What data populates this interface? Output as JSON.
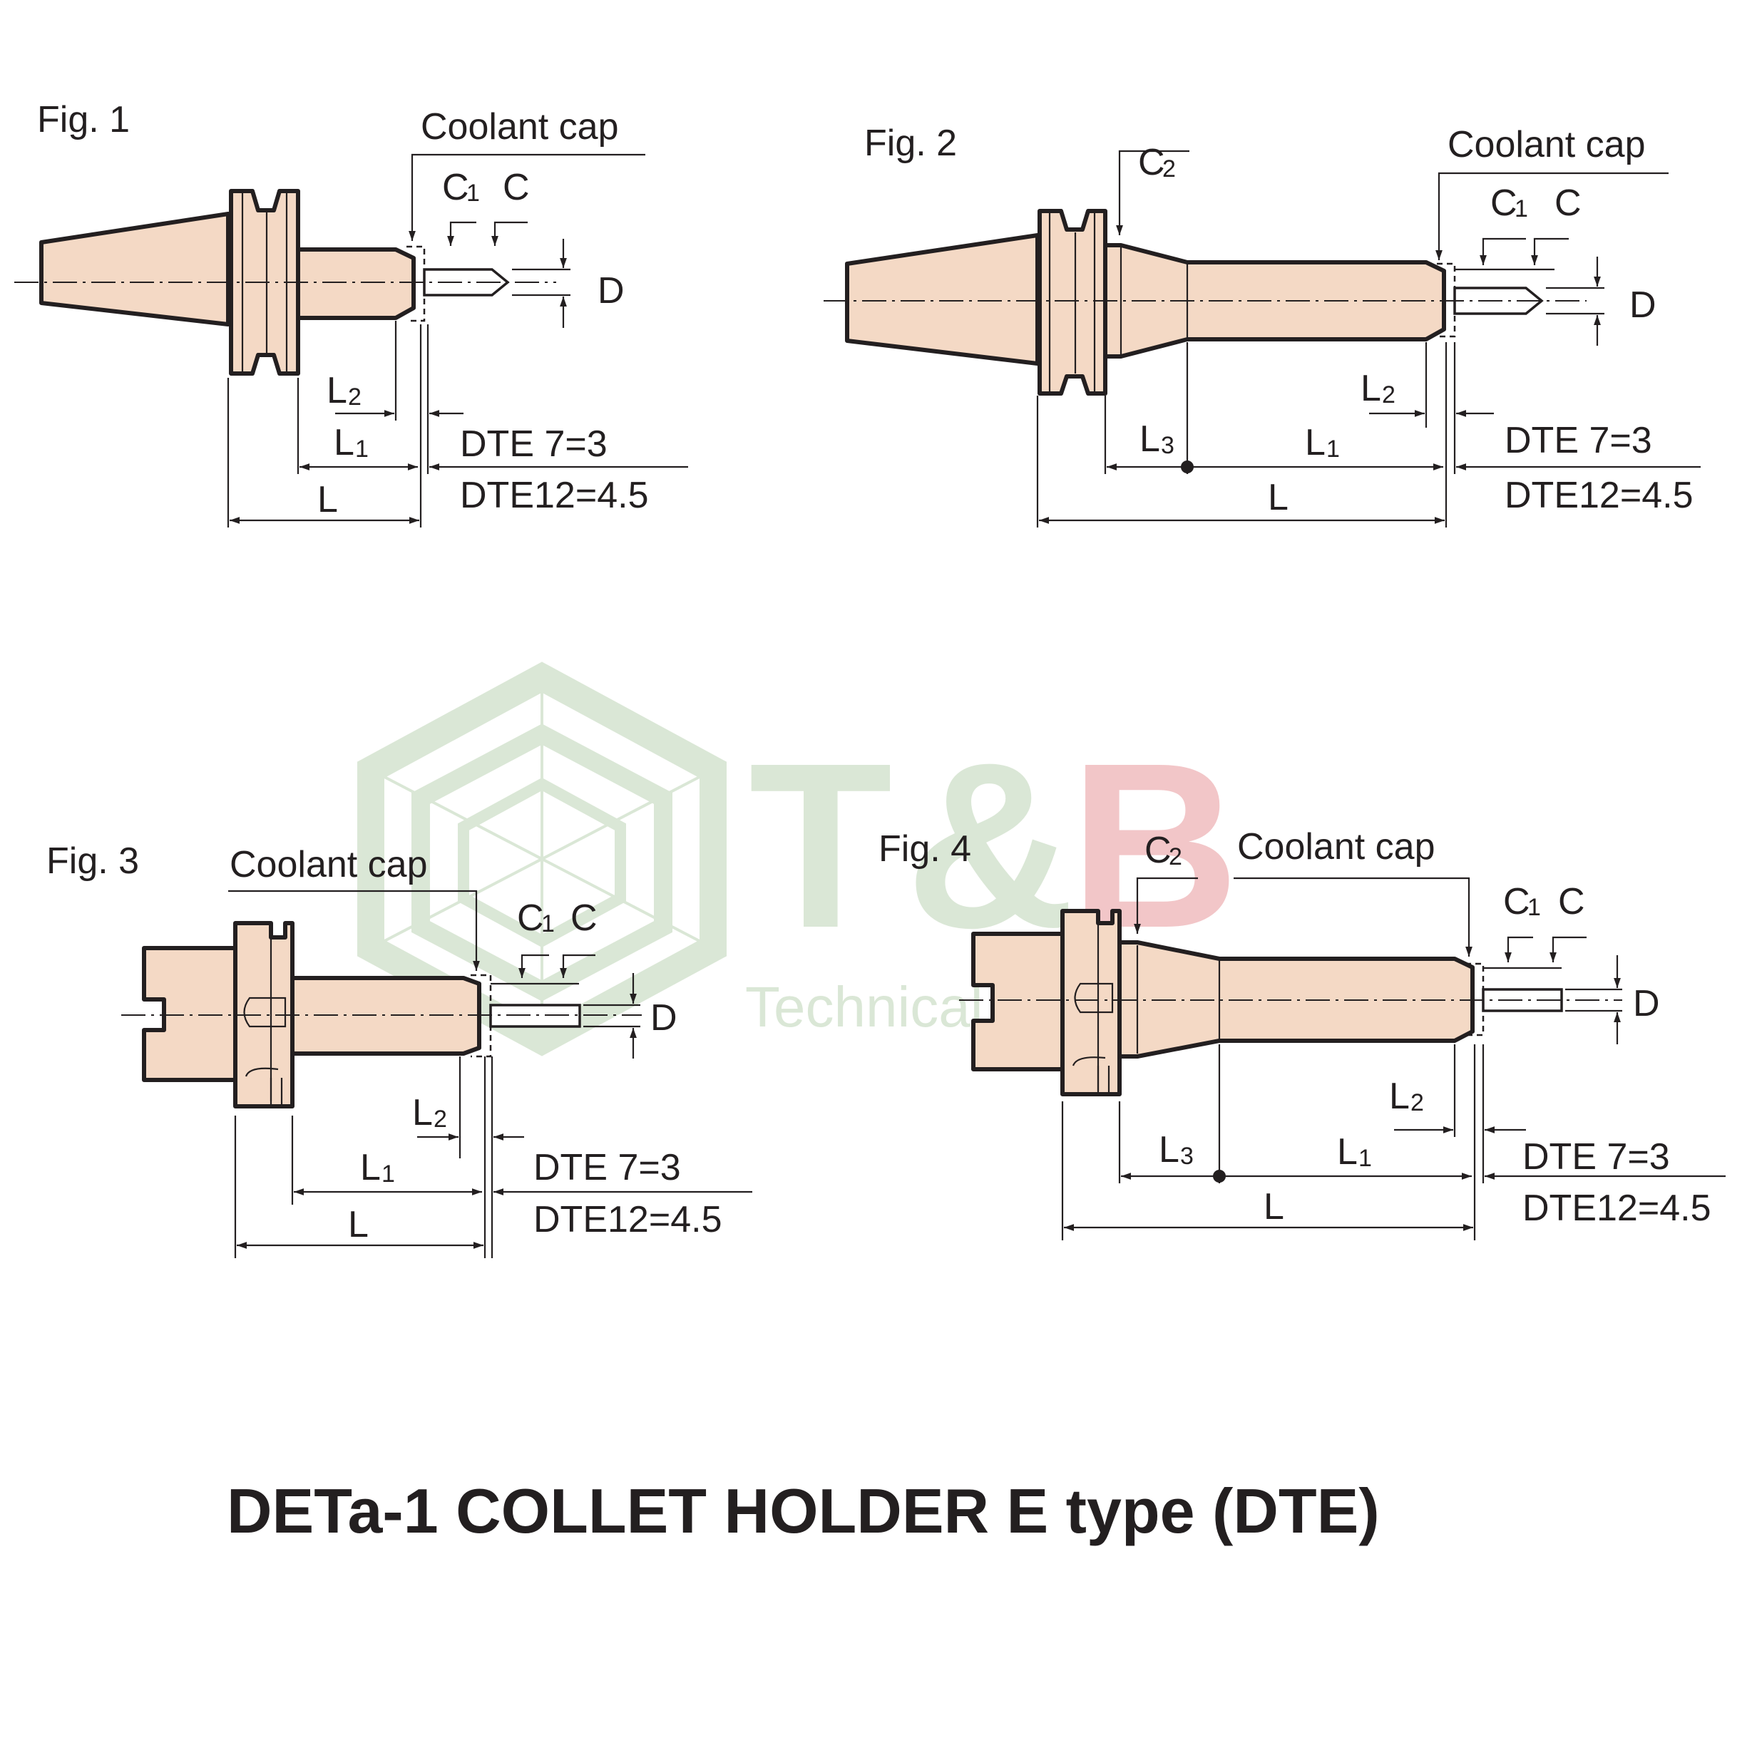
{
  "figures": [
    {
      "label": "Fig. 1",
      "coolant_cap": "Coolant cap",
      "c1": "C",
      "c1_sub": "1",
      "c": "C",
      "d": "D",
      "l2": "L",
      "l2_sub": "2",
      "l1": "L",
      "l1_sub": "1",
      "l": "L",
      "note1": "DTE 7=3",
      "note2": "DTE12=4.5"
    },
    {
      "label": "Fig. 2",
      "coolant_cap": "Coolant cap",
      "c2": "C",
      "c2_sub": "2",
      "c1": "C",
      "c1_sub": "1",
      "c": "C",
      "d": "D",
      "l2": "L",
      "l2_sub": "2",
      "l3": "L",
      "l3_sub": "3",
      "l1": "L",
      "l1_sub": "1",
      "l": "L",
      "note1": "DTE 7=3",
      "note2": "DTE12=4.5"
    },
    {
      "label": "Fig. 3",
      "coolant_cap": "Coolant cap",
      "c1": "C",
      "c1_sub": "1",
      "c": "C",
      "d": "D",
      "l2": "L",
      "l2_sub": "2",
      "l1": "L",
      "l1_sub": "1",
      "l": "L",
      "note1": "DTE 7=3",
      "note2": "DTE12=4.5"
    },
    {
      "label": "Fig. 4",
      "coolant_cap": "Coolant cap",
      "c2": "C",
      "c2_sub": "2",
      "c1": "C",
      "c1_sub": "1",
      "c": "C",
      "d": "D",
      "l2": "L",
      "l2_sub": "2",
      "l3": "L",
      "l3_sub": "3",
      "l1": "L",
      "l1_sub": "1",
      "l": "L",
      "note1": "DTE 7=3",
      "note2": "DTE12=4.5"
    }
  ],
  "watermark": {
    "brand_t": "T",
    "brand_amp": "&",
    "brand_b": "B",
    "tagline": "Technical solutions"
  },
  "title": "DETa-1 COLLET HOLDER E type (DTE)",
  "colors": {
    "body_fill": "#f4d9c5",
    "line": "#231f20",
    "wm_green": "#d9e6d4",
    "wm_pink": "#f2c4c6"
  }
}
